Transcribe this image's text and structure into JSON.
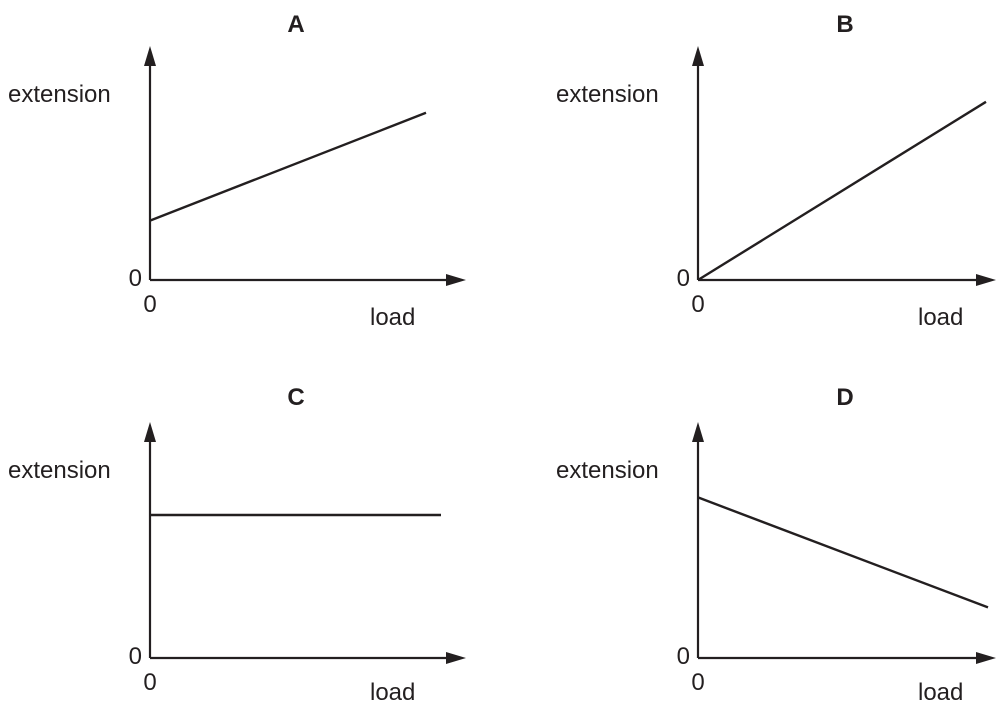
{
  "chart_data": [
    {
      "type": "line",
      "title": "A",
      "xlabel": "load",
      "ylabel": "extension",
      "x_origin_label": "0",
      "y_origin_label": "0",
      "xlim": [
        0,
        1
      ],
      "ylim": [
        0,
        1
      ],
      "series": [
        {
          "x": [
            0,
            0.92
          ],
          "y": [
            0.27,
            0.76
          ]
        }
      ]
    },
    {
      "type": "line",
      "title": "B",
      "xlabel": "load",
      "ylabel": "extension",
      "x_origin_label": "0",
      "y_origin_label": "0",
      "xlim": [
        0,
        1
      ],
      "ylim": [
        0,
        1
      ],
      "series": [
        {
          "x": [
            0,
            0.96
          ],
          "y": [
            0,
            0.81
          ]
        }
      ]
    },
    {
      "type": "line",
      "title": "C",
      "xlabel": "load",
      "ylabel": "extension",
      "x_origin_label": "0",
      "y_origin_label": "0",
      "xlim": [
        0,
        1
      ],
      "ylim": [
        0,
        1
      ],
      "series": [
        {
          "x": [
            0,
            0.97
          ],
          "y": [
            0.65,
            0.65
          ]
        }
      ]
    },
    {
      "type": "line",
      "title": "D",
      "xlabel": "load",
      "ylabel": "extension",
      "x_origin_label": "0",
      "y_origin_label": "0",
      "xlim": [
        0,
        1
      ],
      "ylim": [
        0,
        1
      ],
      "series": [
        {
          "x": [
            0,
            1.0
          ],
          "y": [
            0.73,
            0.23
          ]
        }
      ]
    }
  ]
}
